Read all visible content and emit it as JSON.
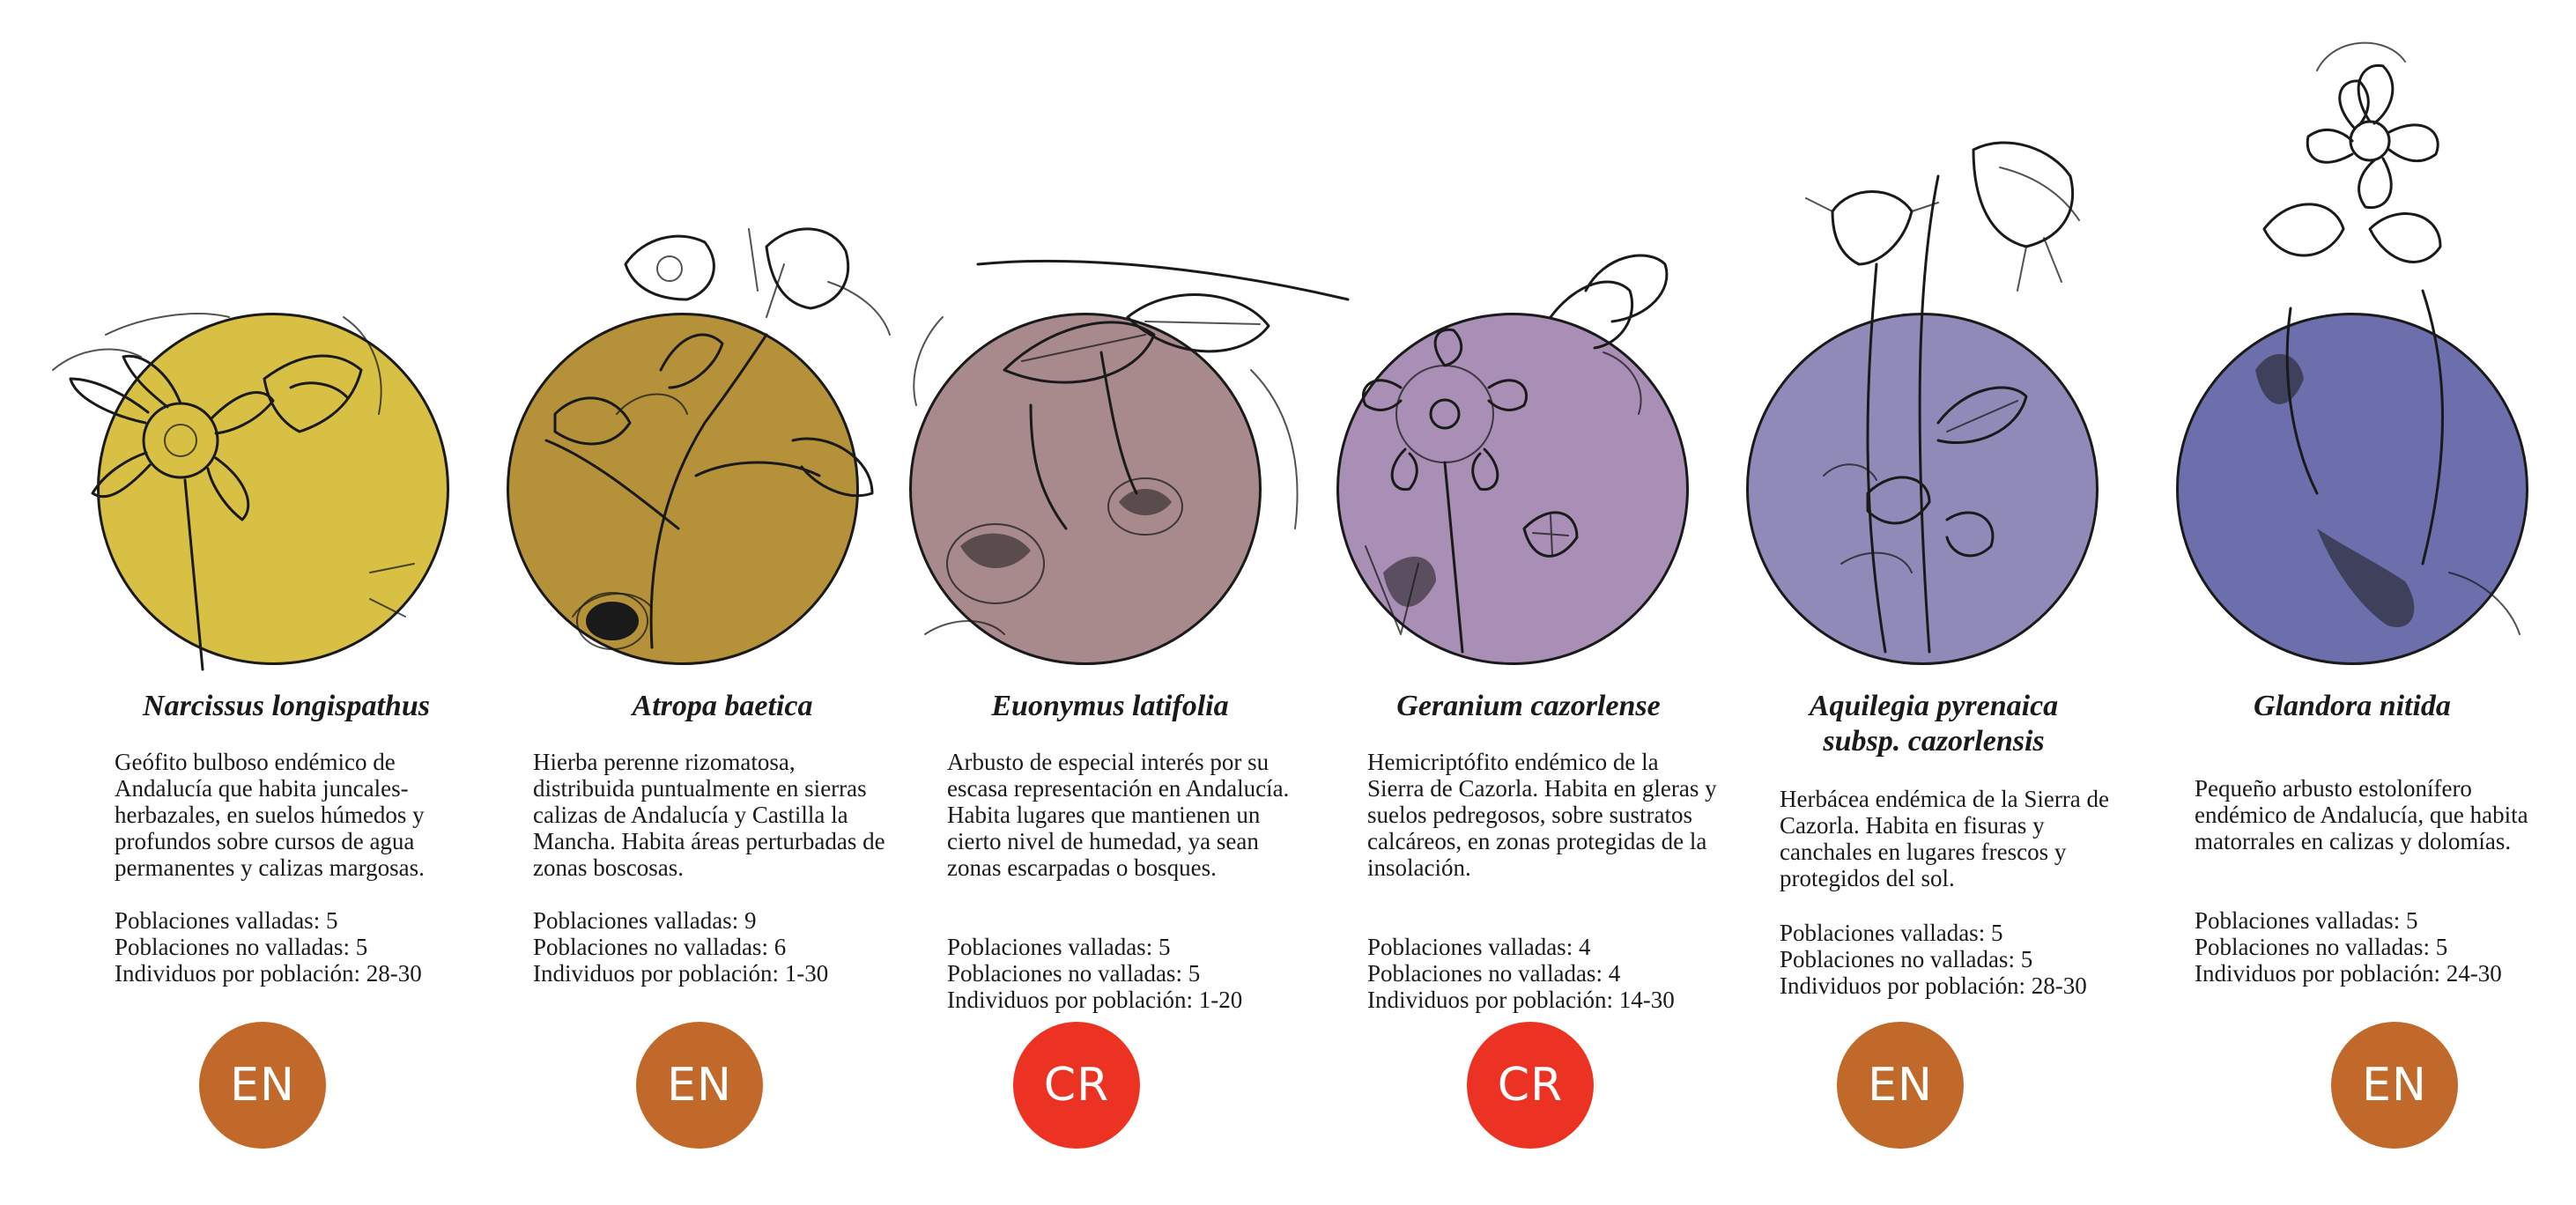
{
  "colors": {
    "en_badge": "#c1692b",
    "cr_badge": "#ec3323",
    "outline": "#1a1a1a"
  },
  "species": [
    {
      "name": "Narcissus longispathus",
      "color": "#d8c045",
      "illustration_icon": "daffodil-sketch-icon",
      "description": "Geófito bulboso endémico de Andalucía que habita juncales-herbazales, en suelos húmedos y profundos sobre cursos de agua permanentes y calizas margosas.",
      "stats": [
        "Poblaciones valladas: 5",
        "Poblaciones no valladas: 5",
        "Individuos por población: 28-30"
      ],
      "status": "EN"
    },
    {
      "name": "Atropa baetica",
      "color": "#b5913a",
      "illustration_icon": "atropa-sketch-icon",
      "description": "Hierba perenne rizomatosa, distribuida puntualmente en sierras calizas de Andalucía y Castilla la Mancha. Habita áreas perturbadas de zonas boscosas.",
      "stats": [
        "Poblaciones valladas: 9",
        "Poblaciones no valladas: 6",
        "Individuos por población: 1-30"
      ],
      "status": "EN"
    },
    {
      "name": "Euonymus latifolia",
      "color": "#a88a8d",
      "illustration_icon": "euonymus-sketch-icon",
      "description": "Arbusto de especial interés por su escasa representación en Andalucía. Habita lugares que mantienen un cierto nivel de humedad, ya sean zonas escarpadas o bosques.",
      "stats": [
        "Poblaciones valladas: 5",
        "Poblaciones no valladas: 5",
        "Individuos por población: 1-20"
      ],
      "status": "CR"
    },
    {
      "name": "Geranium cazorlense",
      "color": "#a98eb6",
      "illustration_icon": "geranium-sketch-icon",
      "description": "Hemicriptófito endémico de la Sierra de Cazorla. Habita en gleras y suelos pedregosos, sobre sustratos calcáreos, en zonas protegidas de la insolación.",
      "stats": [
        "Poblaciones valladas: 4",
        "Poblaciones no valladas: 4",
        "Individuos por población: 14-30"
      ],
      "status": "CR"
    },
    {
      "name": "Aquilegia pyrenaica subsp. cazorlensis",
      "color": "#8f8ab8",
      "illustration_icon": "aquilegia-sketch-icon",
      "description": "Herbácea endémica de la Sierra de Cazorla. Habita en fisuras y canchales en lugares frescos y protegidos del sol.",
      "stats": [
        "Poblaciones valladas: 5",
        "Poblaciones no valladas: 5",
        "Individuos por población: 28-30"
      ],
      "status": "EN"
    },
    {
      "name": "Glandora nitida",
      "color": "#6d6fad",
      "illustration_icon": "glandora-sketch-icon",
      "description": "Pequeño arbusto estolonífero endémico de Andalucía, que habita matorrales en calizas y dolomías.",
      "stats": [
        "Poblaciones valladas: 5",
        "Poblaciones no valladas: 5",
        "Individuos por población: 24-30"
      ],
      "status": "EN"
    }
  ]
}
